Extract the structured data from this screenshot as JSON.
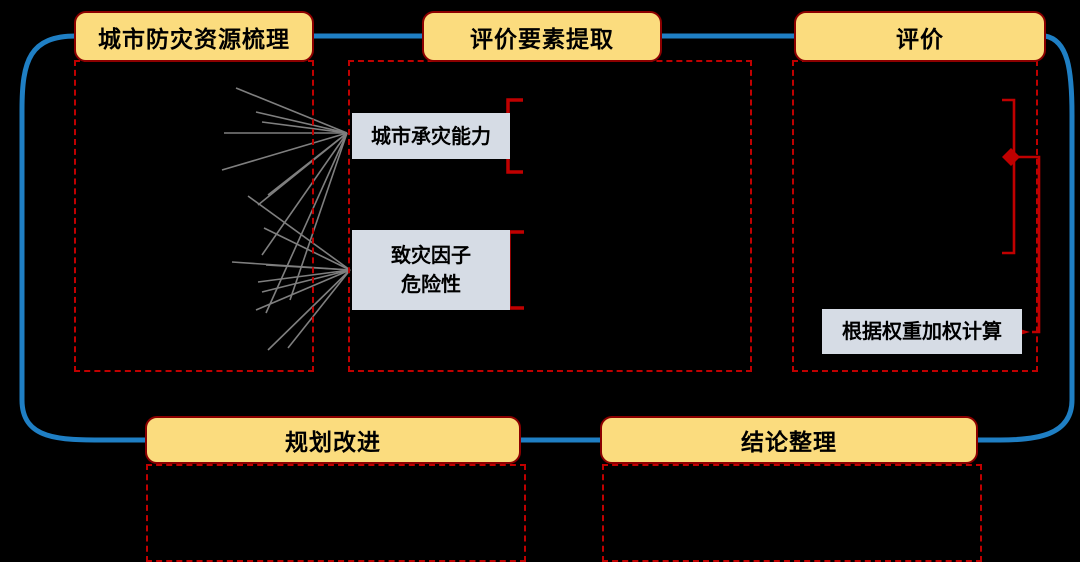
{
  "diagram": {
    "background_color": "#000000",
    "title_fill": "#FBDC7E",
    "title_border": "#8B0000",
    "panel_border": "#C00000",
    "connector_color": "#1F7FC4",
    "element_fill": "#D6DCE5",
    "fan_line_color": "#808080",
    "bracket_color": "#C00000"
  },
  "stages": [
    {
      "id": "resource-survey",
      "label": "城市防灾资源梳理"
    },
    {
      "id": "factor-extraction",
      "label": "评价要素提取"
    },
    {
      "id": "evaluation",
      "label": "评价"
    },
    {
      "id": "planning-improvement",
      "label": "规划改进"
    },
    {
      "id": "conclusion-collation",
      "label": "结论整理"
    }
  ],
  "elements": [
    {
      "id": "bearing-capacity",
      "lines": [
        "城市承灾能力"
      ]
    },
    {
      "id": "hazard-risk",
      "lines": [
        "致灾因子",
        "危险性"
      ]
    }
  ],
  "evaluation": {
    "method_label": "根据权重加权计算"
  }
}
